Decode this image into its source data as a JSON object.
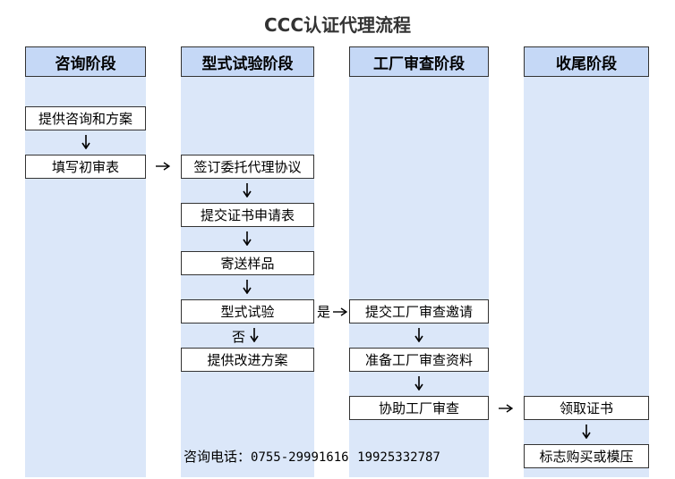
{
  "title": "CCC认证代理流程",
  "phases": [
    {
      "label": "咨询阶段"
    },
    {
      "label": "型式试验阶段"
    },
    {
      "label": "工厂审查阶段"
    },
    {
      "label": "收尾阶段"
    }
  ],
  "steps": {
    "consult": "提供咨询和方案",
    "fill_form": "填写初审表",
    "sign_agreement": "签订委托代理协议",
    "submit_application": "提交证书申请表",
    "send_samples": "寄送样品",
    "type_test": "型式试验",
    "improve_plan": "提供改进方案",
    "submit_invite": "提交工厂审查邀请",
    "prepare_docs": "准备工厂审查资料",
    "assist_audit": "协助工厂审查",
    "get_cert": "领取证书",
    "buy_marks": "标志购买或模压"
  },
  "decision": {
    "yes": "是",
    "no": "否"
  },
  "contact": {
    "label": "咨询电话：",
    "phone1": "0755-29991616",
    "phone2": "19925332787"
  }
}
